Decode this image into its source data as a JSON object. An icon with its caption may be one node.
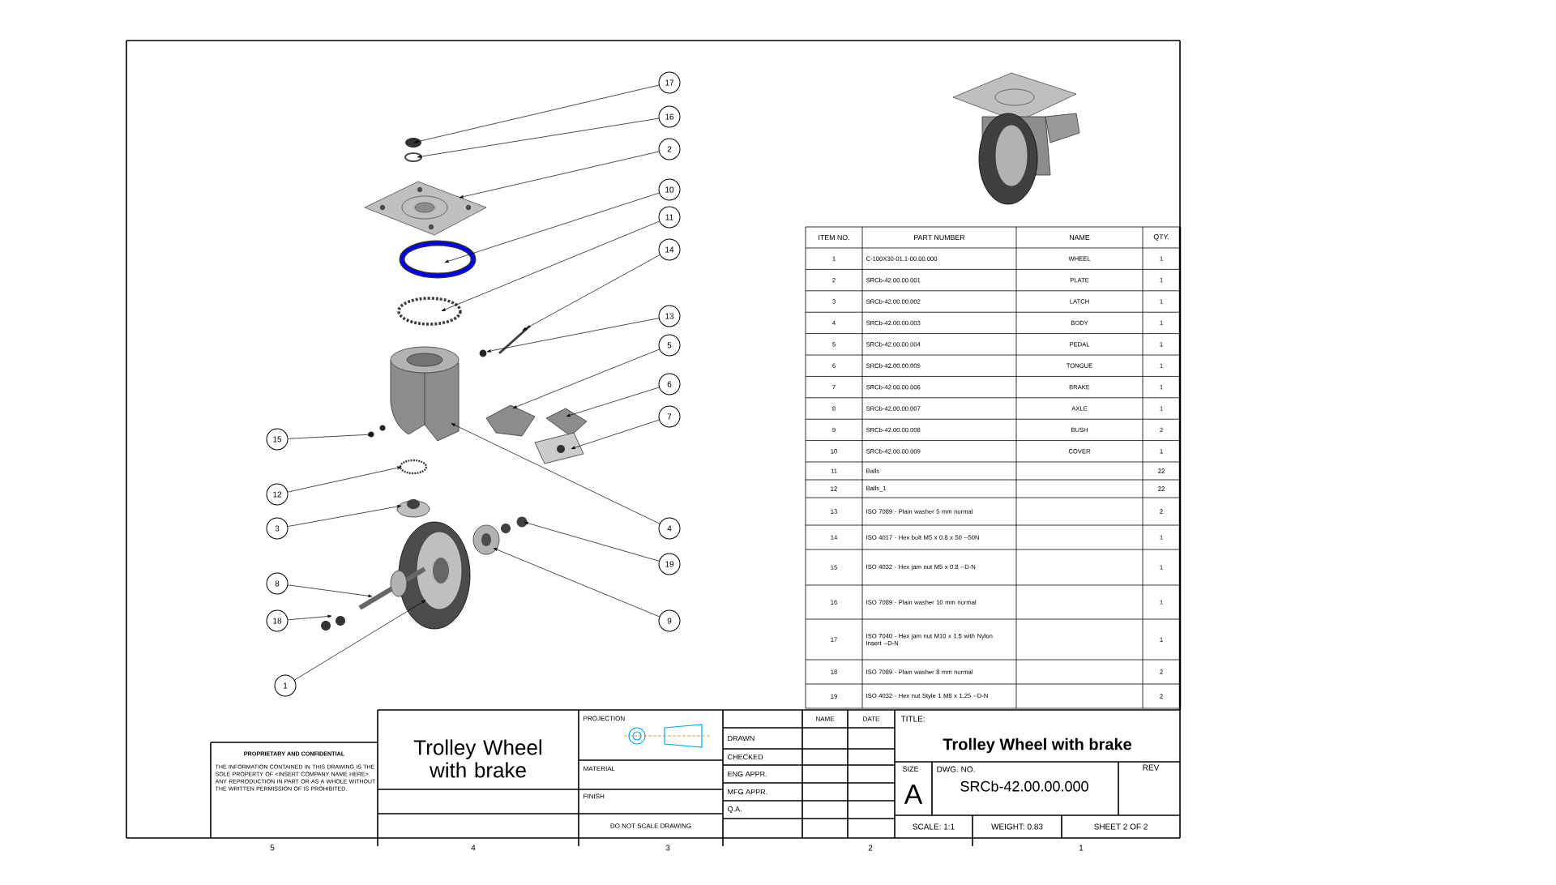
{
  "diagram": {
    "nodes": [
      {
        "text": [
          "17"
        ]
      },
      {
        "text": [
          "16"
        ]
      },
      {
        "text": [
          "2"
        ]
      },
      {
        "text": [
          "10"
        ]
      },
      {
        "text": [
          "11"
        ]
      },
      {
        "text": [
          "14"
        ]
      },
      {
        "text": [
          "13"
        ]
      },
      {
        "text": [
          "5"
        ]
      },
      {
        "text": [
          "6"
        ]
      },
      {
        "text": [
          "7"
        ]
      },
      {
        "text": [
          "4"
        ]
      },
      {
        "text": [
          "19"
        ]
      },
      {
        "text": [
          "9"
        ]
      },
      {
        "text": [
          "15"
        ]
      },
      {
        "text": [
          "12"
        ]
      },
      {
        "text": [
          "3"
        ]
      },
      {
        "text": [
          "8"
        ]
      },
      {
        "text": [
          "18"
        ]
      },
      {
        "text": [
          "1"
        ]
      }
    ],
    "edges": [
      {
        "from": 0,
        "to": null,
        "arrow": "to"
      },
      {
        "from": 1,
        "to": null,
        "arrow": "to"
      },
      {
        "from": 2,
        "to": null,
        "arrow": "to"
      },
      {
        "from": 3,
        "to": null,
        "arrow": "to"
      },
      {
        "from": 4,
        "to": null,
        "arrow": "to"
      },
      {
        "from": 5,
        "to": null,
        "arrow": "to"
      },
      {
        "from": 6,
        "to": null,
        "arrow": "to"
      },
      {
        "from": 7,
        "to": null,
        "arrow": "to"
      },
      {
        "from": 8,
        "to": null,
        "arrow": "to"
      },
      {
        "from": 9,
        "to": null,
        "arrow": "to"
      },
      {
        "from": 10,
        "to": null,
        "arrow": "to"
      },
      {
        "from": 11,
        "to": null,
        "arrow": "to"
      },
      {
        "from": 12,
        "to": null,
        "arrow": "to"
      },
      {
        "from": 13,
        "to": null,
        "arrow": "to"
      },
      {
        "from": 14,
        "to": null,
        "arrow": "to"
      },
      {
        "from": 15,
        "to": null,
        "arrow": "to"
      },
      {
        "from": 16,
        "to": null,
        "arrow": "to"
      },
      {
        "from": 17,
        "to": null,
        "arrow": "to"
      },
      {
        "from": 18,
        "to": null,
        "arrow": "to"
      }
    ],
    "labels": [
      "ITEM NO.",
      "PART NUMBER",
      "NAME",
      "QTY.",
      "1",
      "C-100X30-01.1-00.00.000",
      "WHEEL",
      "1",
      "2",
      "SRCb-42.00.00.001",
      "PLATE",
      "1",
      "3",
      "SRCb-42.00.00.002",
      "LATCH",
      "1",
      "4",
      "SRCb-42.00.00.003",
      "BODY",
      "1",
      "5",
      "SRCb-42.00.00.004",
      "PEDAL",
      "1",
      "6",
      "SRCb-42.00.00.005",
      "TONGUE",
      "1",
      "7",
      "SRCb-42.00.00.006",
      "BRAKE",
      "1",
      "8",
      "SRCb-42.00.00.007",
      "AXLE",
      "1",
      "9",
      "SRCb-42.00.00.008",
      "BUSH",
      "2",
      "10",
      "SRCb-42.00.00.009",
      "COVER",
      "1",
      "11",
      "Balls",
      "22",
      "12",
      "Balls_1",
      "22",
      "13",
      "ISO 7089 - Plain washer 5 mm normal",
      "2",
      "14",
      "ISO 4017 - Hex bolt M5 x 0.8 x 50 --50N",
      "1",
      "15",
      "ISO 4032 - Hex jam nut M5 x 0.8 --D-N",
      "1",
      "16",
      "ISO 7089 - Plain washer 10 mm normal",
      "1",
      "17",
      "ISO 7040 - Hex jam nut M10 x 1.5 with Nylon Insert --D-N",
      "1",
      "18",
      "ISO 7089 - Plain washer 8 mm normal",
      "2",
      "19",
      "ISO 4032 - Hex nut Style 1 M8 x 1.25 --D-N",
      "2",
      "PROPRIETARY AND CONFIDENTIAL",
      "THE INFORMATION CONTAINED IN THIS DRAWING IS THE SOLE PROPERTY OF <INSERT COMPANY NAME HERE>. ANY REPRODUCTION IN PART OR AS A WHOLE WITHOUT THE WRITTEN PERMISSION OF IS PROHIBITED.",
      "Trolley Wheel with brake",
      "PROJECTION",
      "MATERIAL",
      "FINISH",
      "DO NOT SCALE DRAWING",
      "NAME",
      "DATE",
      "DRAWN",
      "CHECKED",
      "ENG APPR.",
      "MFG APPR.",
      "Q.A.",
      "TITLE:",
      "Trolley Wheel  with brake",
      "SIZE",
      "A",
      "DWG. NO.",
      "SRCb-42.00.00.000",
      "REV",
      "SCALE: 1:1",
      "WEIGHT: 0.83",
      "SHEET 2 OF 2",
      "5",
      "4",
      "3",
      "2",
      "1"
    ]
  }
}
